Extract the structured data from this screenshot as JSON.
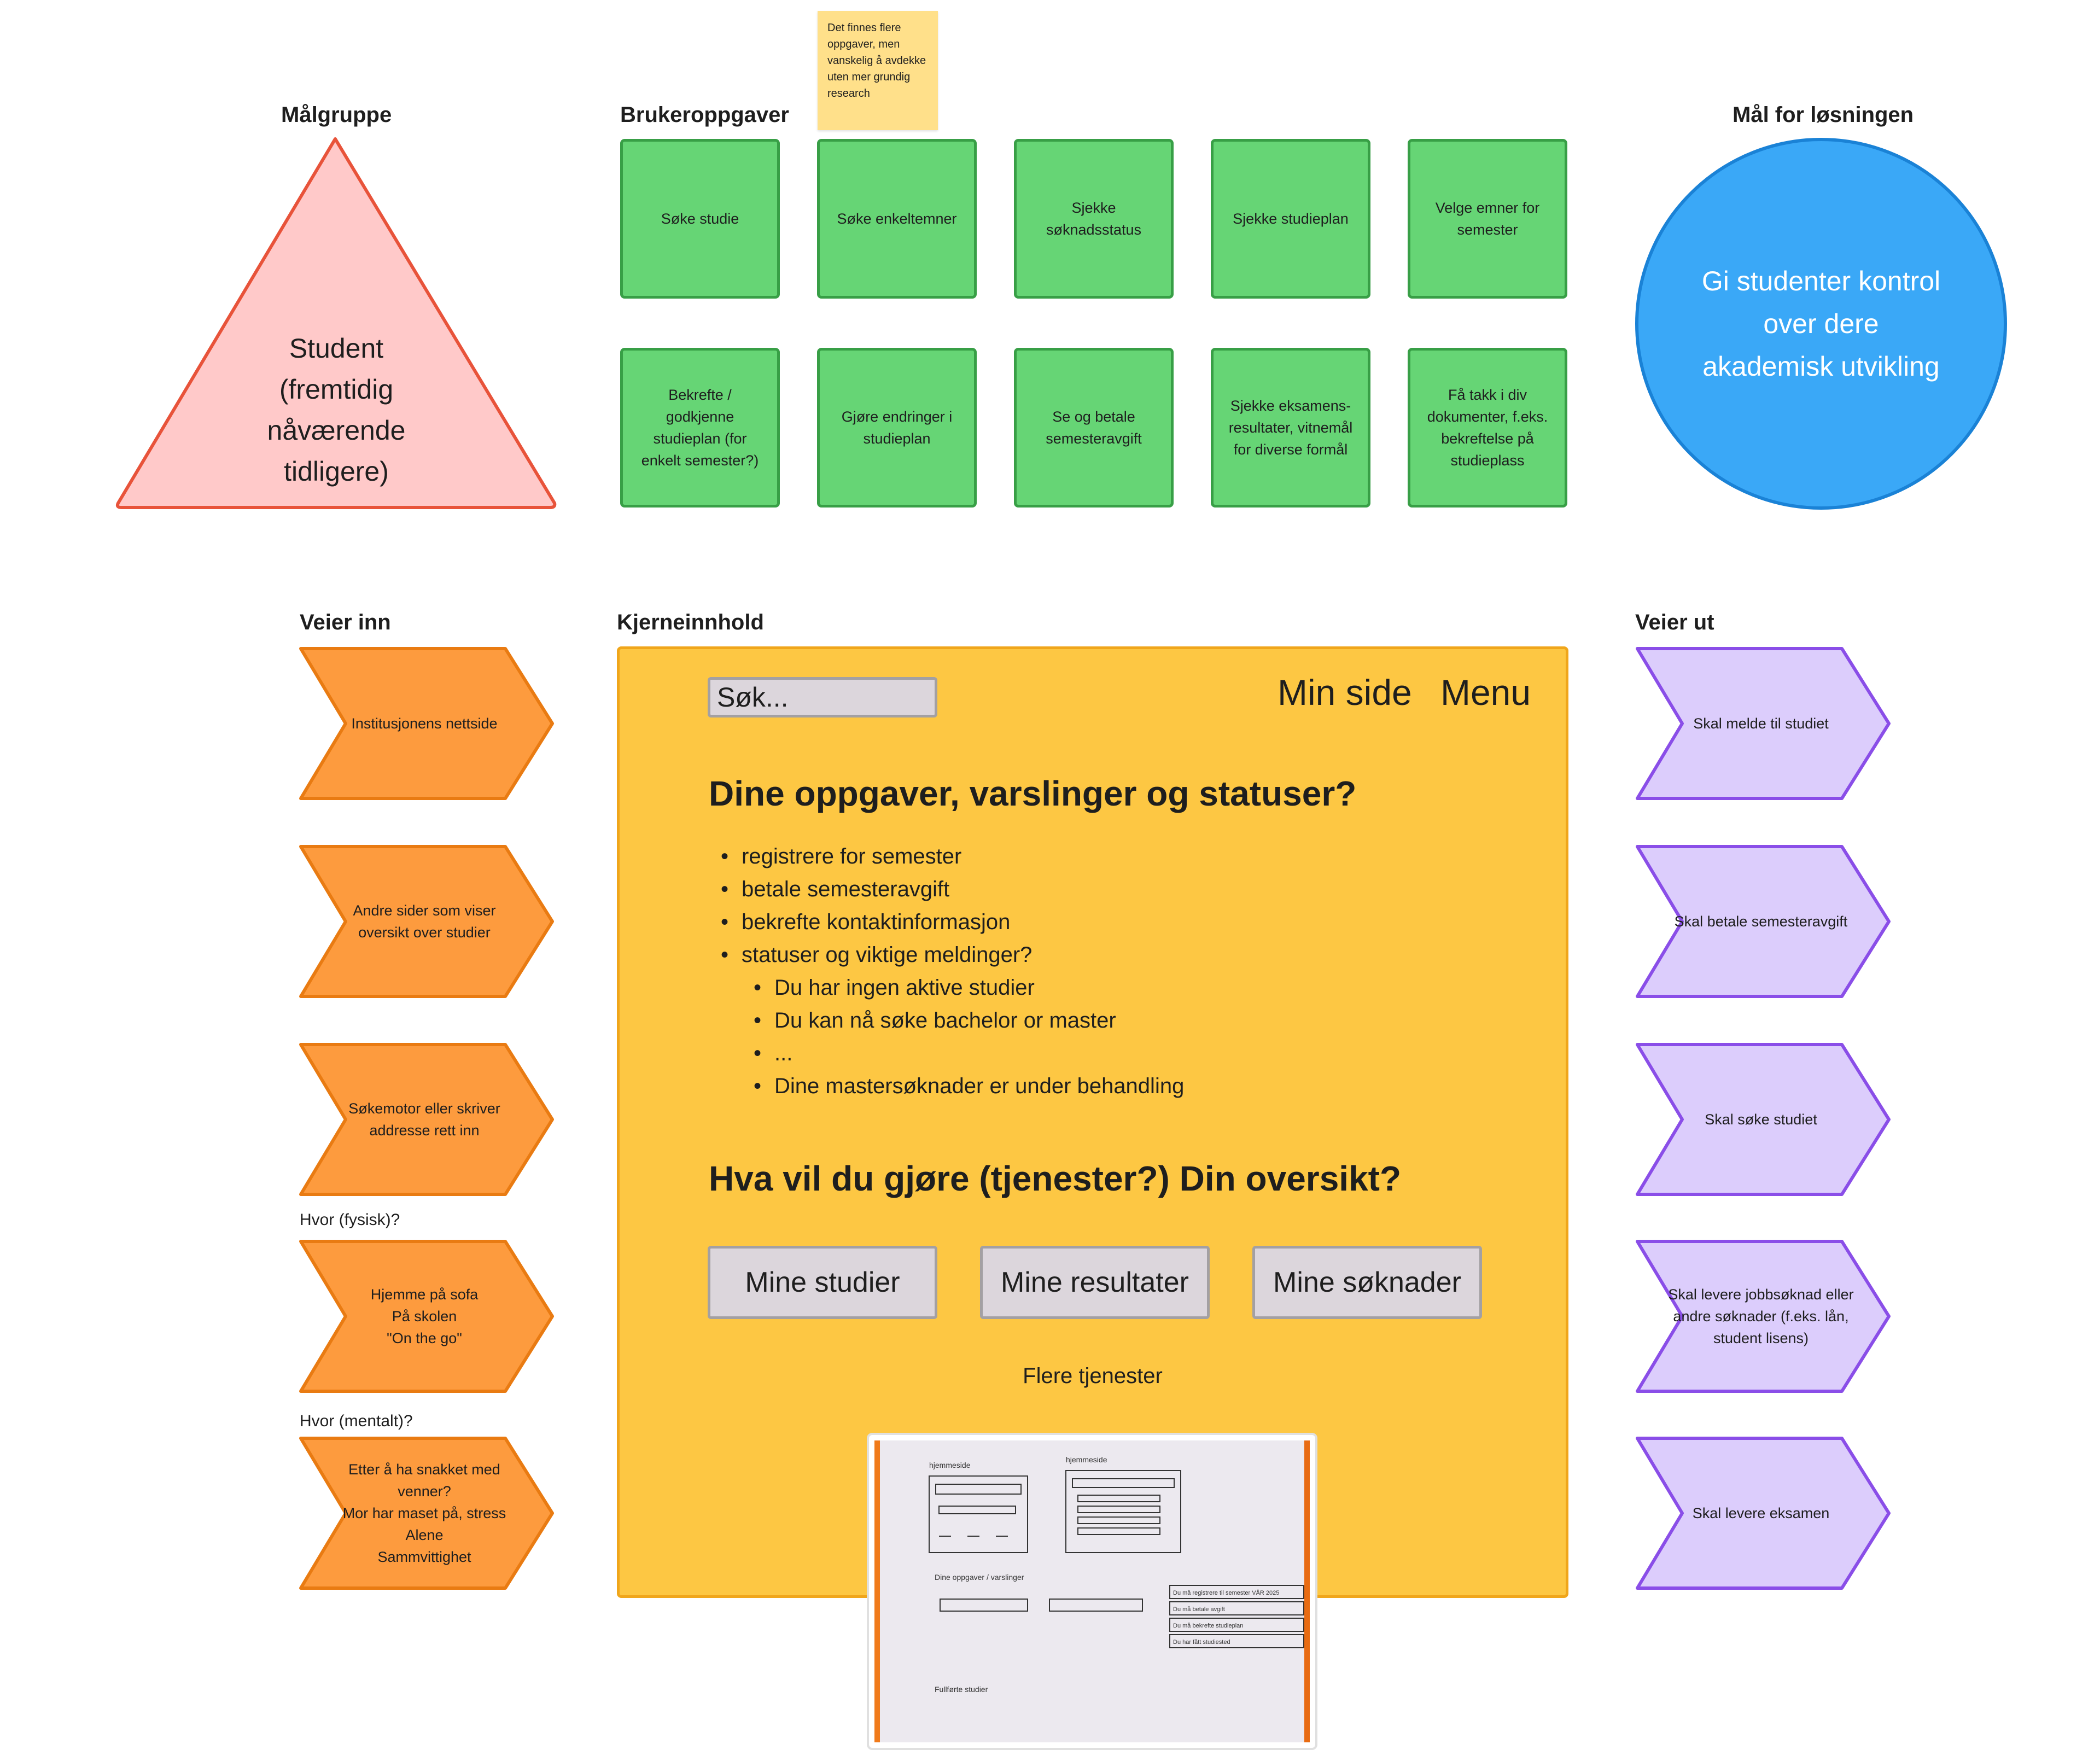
{
  "headings": {
    "malgruppe": "Målgruppe",
    "brukeroppgaver": "Brukeroppgaver",
    "mal": "Mål for løsningen",
    "veier_inn": "Veier inn",
    "kjerneinnhold": "Kjerneinnhold",
    "veier_ut": "Veier ut"
  },
  "sticky_note": "Det finnes flere oppgaver, men vanskelig å avdekke uten mer grundig research",
  "target_group": {
    "line1": "Student",
    "line2": "(fremtidig",
    "line3": "nåværende",
    "line4": "tidligere)"
  },
  "goal": {
    "line1": "Gi studenter kontrol",
    "line2": "over dere",
    "line3": "akademisk utvikling"
  },
  "tasks": [
    "Søke studie",
    "Søke enkeltemner",
    "Sjekke søknadsstatus",
    "Sjekke studieplan",
    "Velge emner for semester",
    "Bekrefte / godkjenne studieplan (for enkelt semester?)",
    "Gjøre endringer i studieplan",
    "Se og betale semesteravgift",
    "Sjekke eksamens-resultater, vitnemål for diverse formål",
    "Få takk i div dokumenter, f.eks. bekreftelse på studieplass"
  ],
  "paths_in": [
    "Institusjonens nettside",
    "Andre sider som viser oversikt over studier",
    "Søkemotor eller skriver addresse rett inn",
    "Hjemme på sofa\nPå skolen\n\"On the go\"",
    "Etter å ha snakket med venner?\nMor har maset på, stress\nAlene\nSammvittighet"
  ],
  "labels": {
    "hvor_fysisk": "Hvor (fysisk)?",
    "hvor_mentalt": "Hvor (mentalt)?"
  },
  "paths_out": [
    "Skal melde til studiet",
    "Skal betale semesteravgift",
    "Skal søke studiet",
    "Skal levere jobbsøknad eller andre søknader (f.eks. lån, student lisens)",
    "Skal levere eksamen"
  ],
  "core": {
    "search_placeholder": "Søk...",
    "min_side": "Min side",
    "menu": "Menu",
    "section1_title": "Dine oppgaver, varslinger og statuser?",
    "bullets": [
      "registrere for semester",
      "betale semesteravgift",
      "bekrefte kontaktinformasjon",
      "statuser og viktige meldinger?"
    ],
    "sub_bullets": [
      "Du har ingen aktive studier",
      "Du kan nå søke bachelor or master",
      "...",
      "Dine mastersøknader er under behandling"
    ],
    "section2_title": "Hva vil du gjøre (tjenester?) Din oversikt?",
    "services": [
      "Mine studier",
      "Mine resultater",
      "Mine søknader"
    ],
    "more_services": "Flere tjenester"
  },
  "sketch": {
    "label1": "hjemmeside",
    "label2": "hjemmeside",
    "label3": "Dine oppgaver / varslinger",
    "label4": "Fullførte studier",
    "row1": "Du må registrere til semester VÅR 2025",
    "row2": "Du må betale avgift",
    "row3": "Du må bekrefte studieplan",
    "row4": "Du har fått studiested"
  },
  "colors": {
    "task_fill": "#66d575",
    "task_border": "#389f46",
    "target_fill": "#ffc9c9",
    "target_border": "#e8533a",
    "goal_fill": "#3aa8f7",
    "goal_border": "#1a82d6",
    "path_in_fill": "#fd9b3e",
    "path_in_border": "#e97b12",
    "path_out_fill": "#dccdfc",
    "path_out_border": "#8a4ee8",
    "core_fill": "#fdc743",
    "core_border": "#f0a61b",
    "sticky_fill": "#ffe08a"
  }
}
